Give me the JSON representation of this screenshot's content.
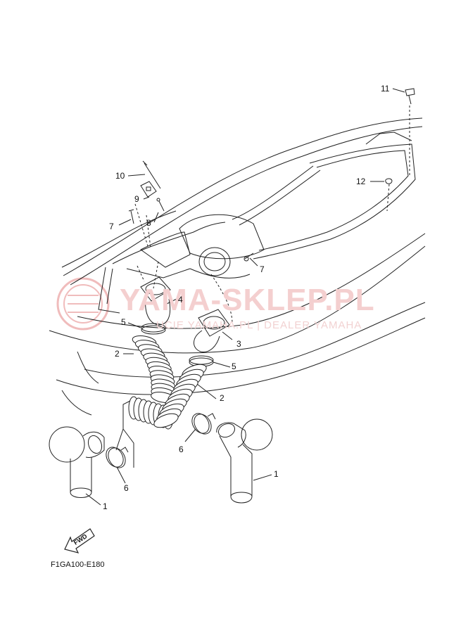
{
  "watermark": {
    "main_text": "YAMA-SKLEP.PL",
    "sub_text": "UCIE YAMAHA.PL | DEALER YAMAHA",
    "color": "#e9a9a9"
  },
  "callouts": [
    {
      "id": "c1a",
      "text": "1"
    },
    {
      "id": "c1b",
      "text": "1"
    },
    {
      "id": "c2a",
      "text": "2"
    },
    {
      "id": "c2b",
      "text": "2"
    },
    {
      "id": "c3",
      "text": "3"
    },
    {
      "id": "c4",
      "text": "4"
    },
    {
      "id": "c5a",
      "text": "5"
    },
    {
      "id": "c5b",
      "text": "5"
    },
    {
      "id": "c6a",
      "text": "6"
    },
    {
      "id": "c6b",
      "text": "6"
    },
    {
      "id": "c7a",
      "text": "7"
    },
    {
      "id": "c7b",
      "text": "7"
    },
    {
      "id": "c8",
      "text": "8"
    },
    {
      "id": "c9",
      "text": "9"
    },
    {
      "id": "c10",
      "text": "10"
    },
    {
      "id": "c11",
      "text": "11"
    },
    {
      "id": "c12",
      "text": "12"
    }
  ],
  "fwd_label": "FWD",
  "diagram_code": "F1GA100-E180",
  "line_color": "#222222"
}
